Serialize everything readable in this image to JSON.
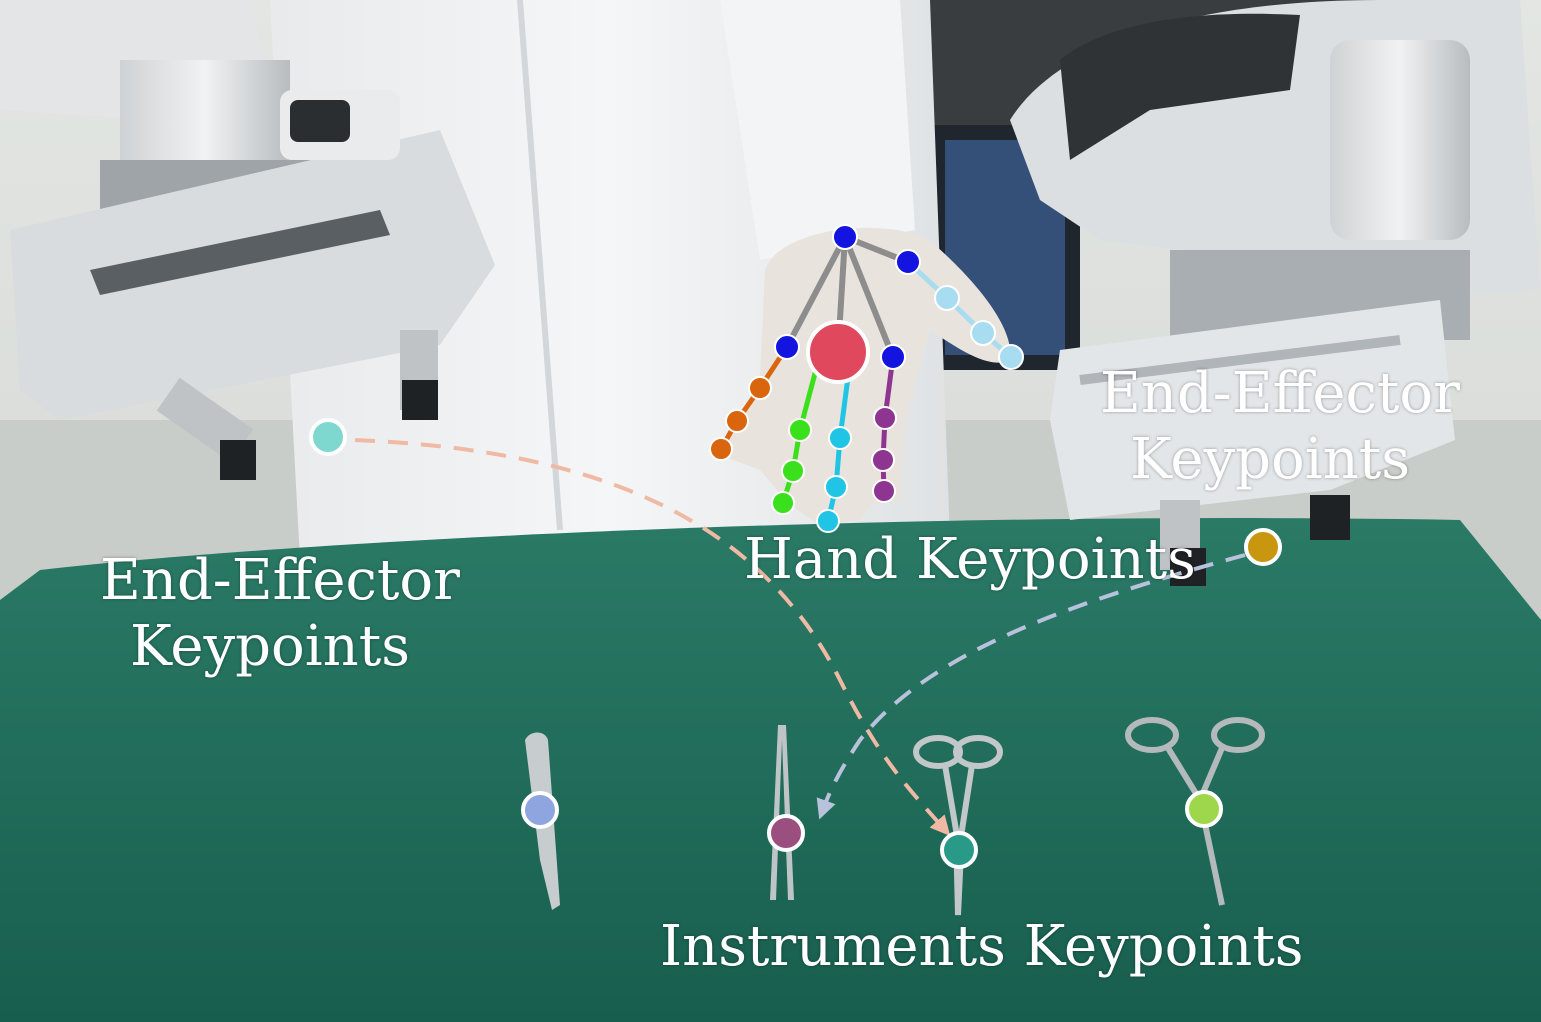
{
  "labels": {
    "ee_left_line1": "End-Effector",
    "ee_left_line2": "Keypoints",
    "ee_right_line1": "End-Effector",
    "ee_right_line2": "Keypoints",
    "hand": "Hand Keypoints",
    "instruments": "Instruments Keypoints"
  },
  "colors": {
    "drape": "#1f6e5c",
    "left_ee_keypoint": "#7fd8cf",
    "right_ee_keypoint": "#c9960f",
    "palm_center": "#e0485e",
    "scalpel_keypoint": "#8fa5e0",
    "forceps_keypoint": "#9b4f7f",
    "scissors_keypoint": "#2a9a88",
    "hemostat_keypoint": "#9ed64c",
    "left_trajectory": "#f0b9a3",
    "right_trajectory": "#b9c2dc"
  },
  "icons": {
    "robot_arms": "robot-arm-illustration",
    "instruments": [
      "scalpel",
      "tweezers",
      "scissors",
      "hemostat"
    ]
  }
}
